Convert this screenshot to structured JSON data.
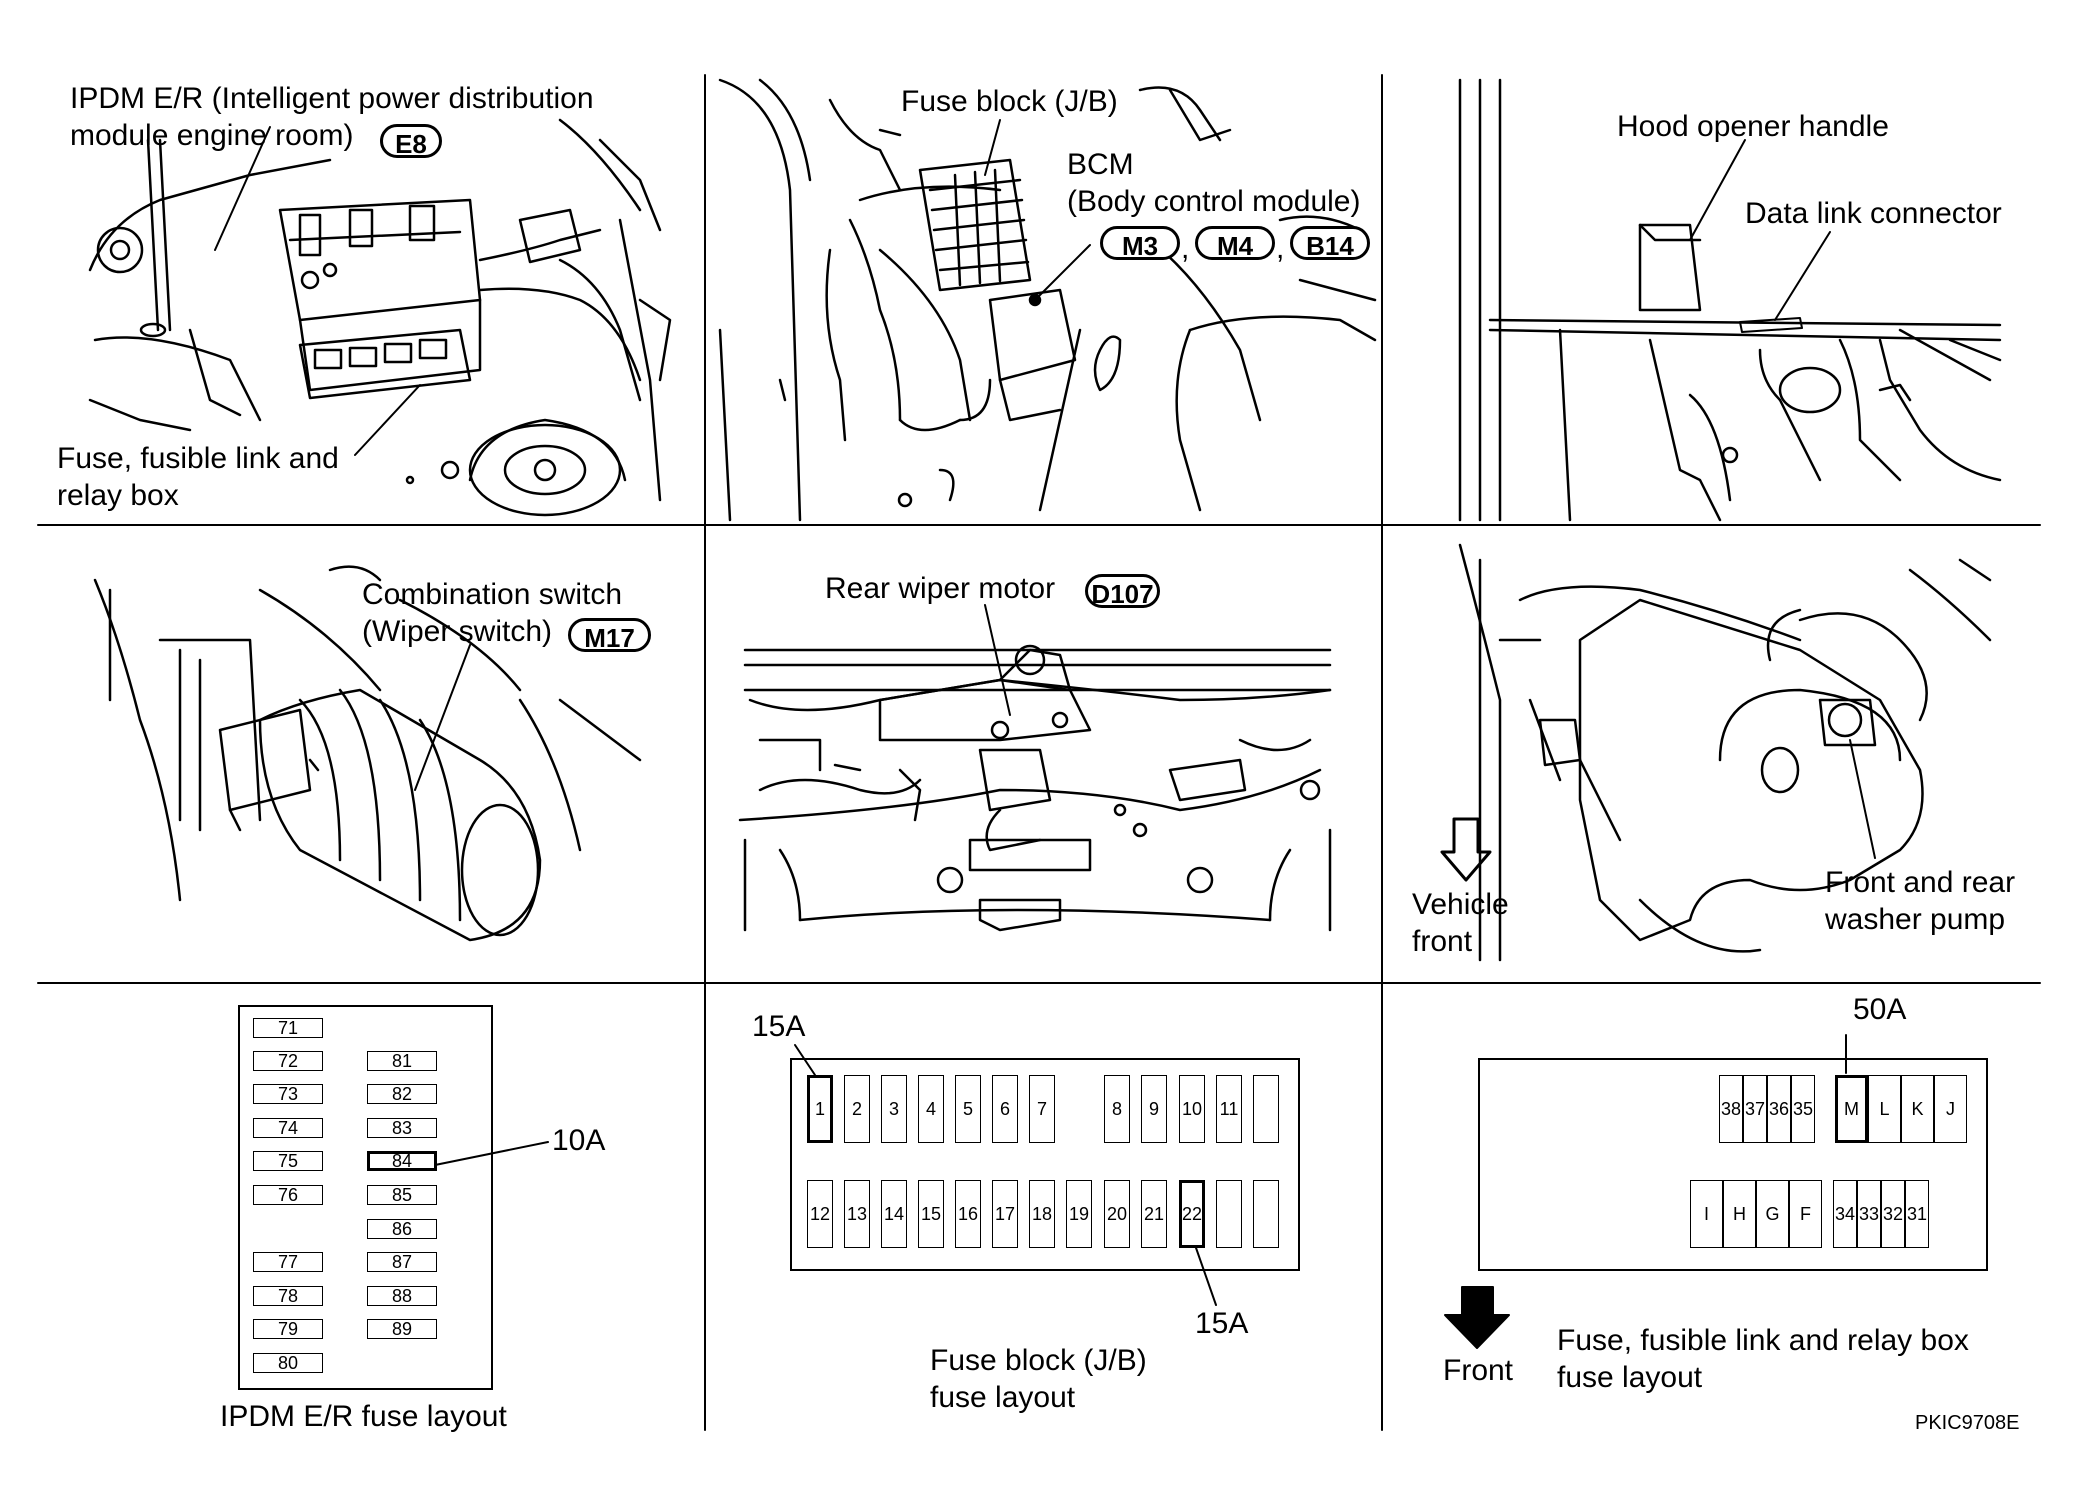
{
  "panels": {
    "ipdm": {
      "title": "IPDM E/R (Intelligent power distribution\nmodule engine room)",
      "connector": "E8",
      "callout": "Fuse, fusible link and\nrelay box"
    },
    "fuse_block": {
      "title": "Fuse block (J/B)",
      "bcm": "BCM\n(Body control module)",
      "connectors": [
        "M3",
        "M4",
        "B14"
      ]
    },
    "hood": {
      "hood_opener": "Hood opener handle",
      "data_link": "Data link connector"
    },
    "combination_switch": {
      "label": "Combination switch\n(Wiper switch)",
      "connector": "M17"
    },
    "rear_wiper": {
      "label": "Rear wiper motor",
      "connector": "D107"
    },
    "washer": {
      "vehicle_front": "Vehicle\nfront",
      "pump": "Front and rear\nwasher pump"
    },
    "ipdm_layout": {
      "left_column": [
        "71",
        "72",
        "73",
        "74",
        "75",
        "76",
        "77",
        "78",
        "79",
        "80"
      ],
      "right_column": [
        "81",
        "82",
        "83",
        "84",
        "85",
        "86",
        "87",
        "88",
        "89"
      ],
      "callout": "10A",
      "caption": "IPDM E/R fuse layout"
    },
    "jb_layout": {
      "top_row": [
        "1",
        "2",
        "3",
        "4",
        "5",
        "6",
        "7",
        "",
        "8",
        "9",
        "10",
        "11",
        ""
      ],
      "bottom_row": [
        "12",
        "13",
        "14",
        "15",
        "16",
        "17",
        "18",
        "19",
        "20",
        "21",
        "22",
        "",
        ""
      ],
      "callout_top": "15A",
      "callout_bottom": "15A",
      "caption": "Fuse block (J/B)\nfuse layout"
    },
    "relay_layout": {
      "top_group_a": [
        "38",
        "37",
        "36",
        "35"
      ],
      "top_group_b": [
        "M",
        "L",
        "K",
        "J"
      ],
      "bottom_group_a": [
        "I",
        "H",
        "G",
        "F"
      ],
      "bottom_group_b": [
        "34",
        "33",
        "32",
        "31"
      ],
      "callout": "50A",
      "front": "Front",
      "caption": "Fuse, fusible link and relay box\nfuse layout"
    }
  },
  "figure_code": "PKIC9708E"
}
